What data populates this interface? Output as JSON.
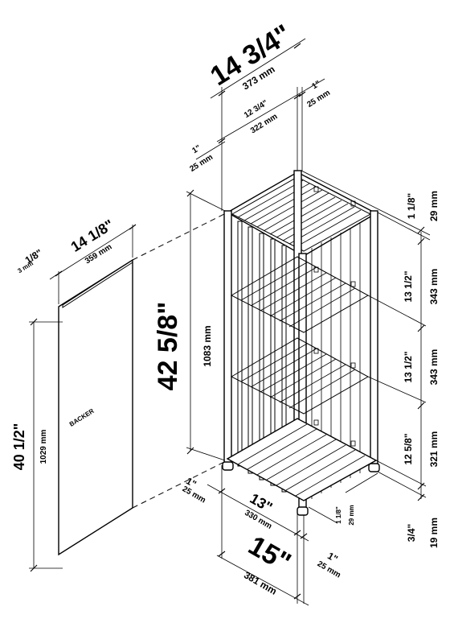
{
  "dimensions": {
    "total_width_in": "14 3/4\"",
    "total_width_mm": "373 mm",
    "inner_width_in": "12 3/4\"",
    "inner_width_mm": "322 mm",
    "right_edge_in": "1\"",
    "right_edge_mm": "25 mm",
    "left_edge_in": "1\"",
    "left_edge_mm": "25 mm",
    "backer_width_in": "14 1/8\"",
    "backer_width_mm": "359 mm",
    "backer_thick_in": "1/8\"",
    "backer_thick_mm": "3 mm",
    "backer_height_in": "40 1/2\"",
    "backer_height_mm": "1029 mm",
    "backer_label": "BACKER",
    "total_height_in": "42 5/8\"",
    "total_height_mm": "1083 mm",
    "top_gap_in": "1 1/8\"",
    "top_gap_mm": "29 mm",
    "shelf1_in": "13 1/2\"",
    "shelf1_mm": "343 mm",
    "shelf2_in": "13 1/2\"",
    "shelf2_mm": "343 mm",
    "shelf3_in": "12 5/8\"",
    "shelf3_mm": "321 mm",
    "bottom_in": "3/4\"",
    "bottom_mm": "19 mm",
    "front_left_in": "1\"",
    "front_left_mm": "25 mm",
    "front_inner_in": "13\"",
    "front_inner_mm": "330 mm",
    "front_right_in": "1\"",
    "front_right_mm": "25 mm",
    "front_total_in": "15\"",
    "front_total_mm": "381 mm",
    "depth_small_in": "1 1/8\"",
    "depth_small_mm": "29 mm"
  }
}
